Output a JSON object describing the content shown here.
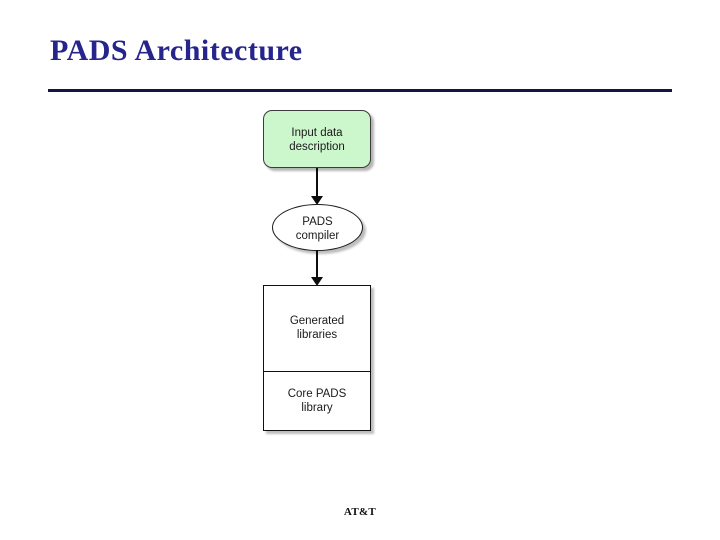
{
  "slide": {
    "title": "PADS Architecture",
    "footer_logo": "AT&T",
    "background_color": "#ffffff",
    "title_color": "#25258c",
    "rule_color": "#141446"
  },
  "diagram": {
    "type": "flowchart",
    "orientation": "top-to-bottom",
    "nodes": [
      {
        "id": "input-data-description",
        "shape": "rounded-rectangle",
        "label_line1": "Input data",
        "label_line2": "description",
        "fill_color": "#ccf6cc",
        "border_color": "#3c3c3c",
        "has_shadow": true
      },
      {
        "id": "pads-compiler",
        "shape": "ellipse",
        "label_line1": "PADS",
        "label_line2": "compiler",
        "fill_color": "#ffffff",
        "border_color": "#1a1a1a",
        "has_shadow": true
      },
      {
        "id": "generated-libraries",
        "shape": "rectangle-cell",
        "label_line1": "Generated",
        "label_line2": "libraries",
        "fill_color": "#ffffff",
        "border_color": "#101010",
        "has_shadow": true
      },
      {
        "id": "core-pads-library",
        "shape": "rectangle-cell",
        "label_line1": "Core PADS",
        "label_line2": "library",
        "fill_color": "#ffffff",
        "border_color": "#101010",
        "has_shadow": true
      }
    ],
    "edges": [
      {
        "id": "edge-input-to-compiler",
        "from": "input-data-description",
        "to": "pads-compiler",
        "style": "solid-arrow",
        "color": "#0d0d0d"
      },
      {
        "id": "edge-compiler-to-libraries",
        "from": "pads-compiler",
        "to": "generated-libraries",
        "style": "solid-arrow",
        "color": "#0d0d0d"
      }
    ]
  }
}
